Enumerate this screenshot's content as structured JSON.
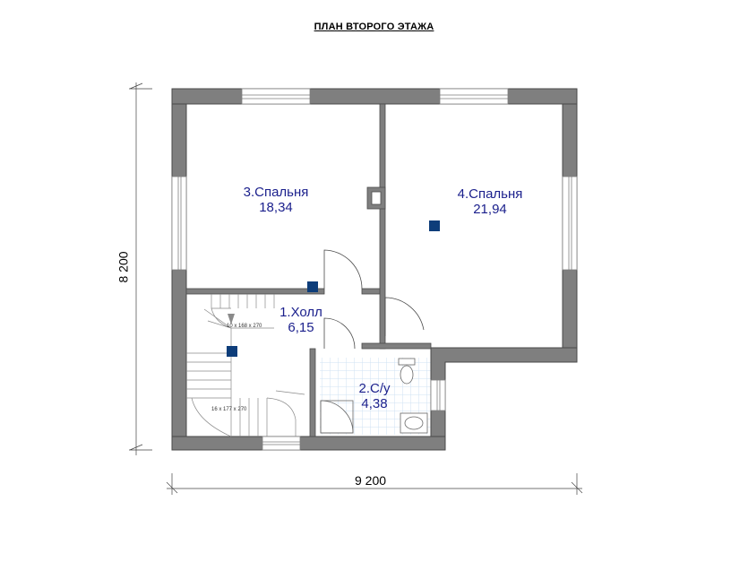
{
  "title": "ПЛАН ВТОРОГО ЭТАЖА",
  "dimensions": {
    "width": "9 200",
    "height": "8 200"
  },
  "rooms": [
    {
      "name": "1.Холл",
      "area": "6,15"
    },
    {
      "name": "2.С/у",
      "area": "4,38"
    },
    {
      "name": "3.Спальня",
      "area": "18,34"
    },
    {
      "name": "4.Спальня",
      "area": "21,94"
    }
  ],
  "stairs": {
    "upper": "10 x 168 x 270",
    "lower": "16 x 177 x 270"
  },
  "colors": {
    "wall": "#7f7f7f",
    "wall_stroke": "#4a4a4a",
    "label": "#1a1f8c",
    "vent": "#0d3d7a",
    "tile": "#cfe2f3"
  }
}
